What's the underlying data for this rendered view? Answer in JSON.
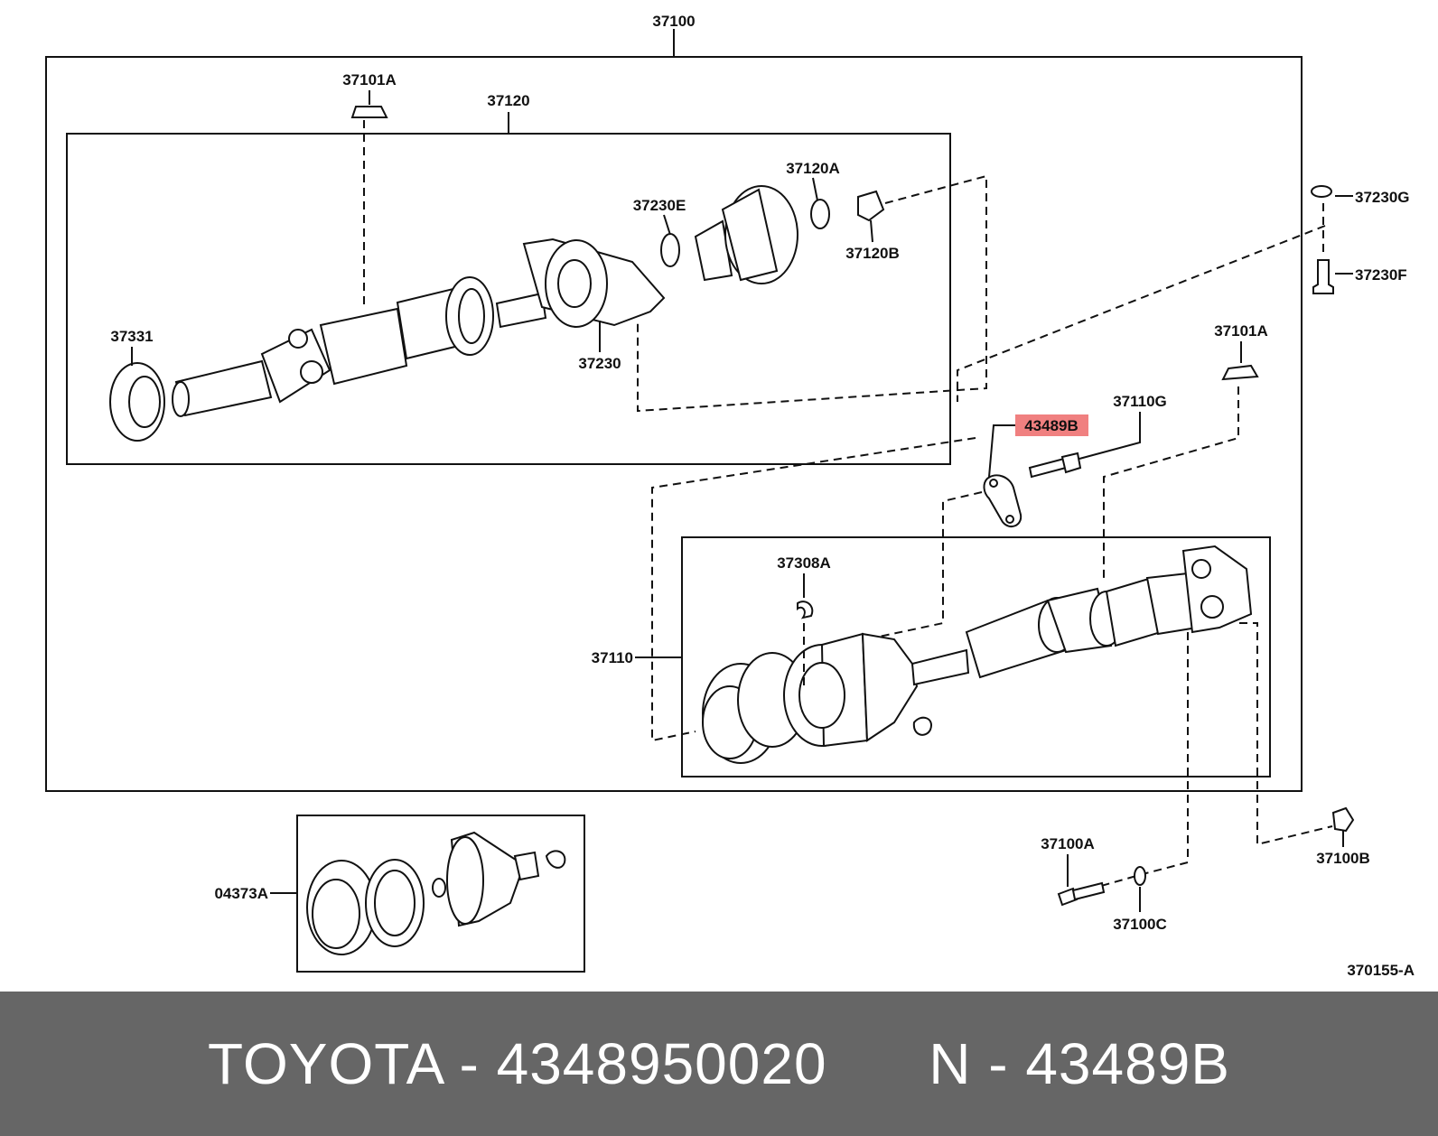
{
  "labels": {
    "assy": "37100",
    "c37101A_top": "37101A",
    "c37120": "37120",
    "c37120A": "37120A",
    "c37230E": "37230E",
    "c37120B": "37120B",
    "c37331": "37331",
    "c37230": "37230",
    "c37230G": "37230G",
    "c37230F": "37230F",
    "c37101A_right": "37101A",
    "c37110G": "37110G",
    "c43489B": "43489B",
    "c37308A": "37308A",
    "c37110": "37110",
    "c37100A": "37100A",
    "c37100C": "37100C",
    "c37100B": "37100B",
    "c04373A": "04373A",
    "figure_code": "370155-A"
  },
  "highlight_color": "#f08080",
  "footer": {
    "text": "TOYOTA - 4348950020      N - 43489B"
  }
}
